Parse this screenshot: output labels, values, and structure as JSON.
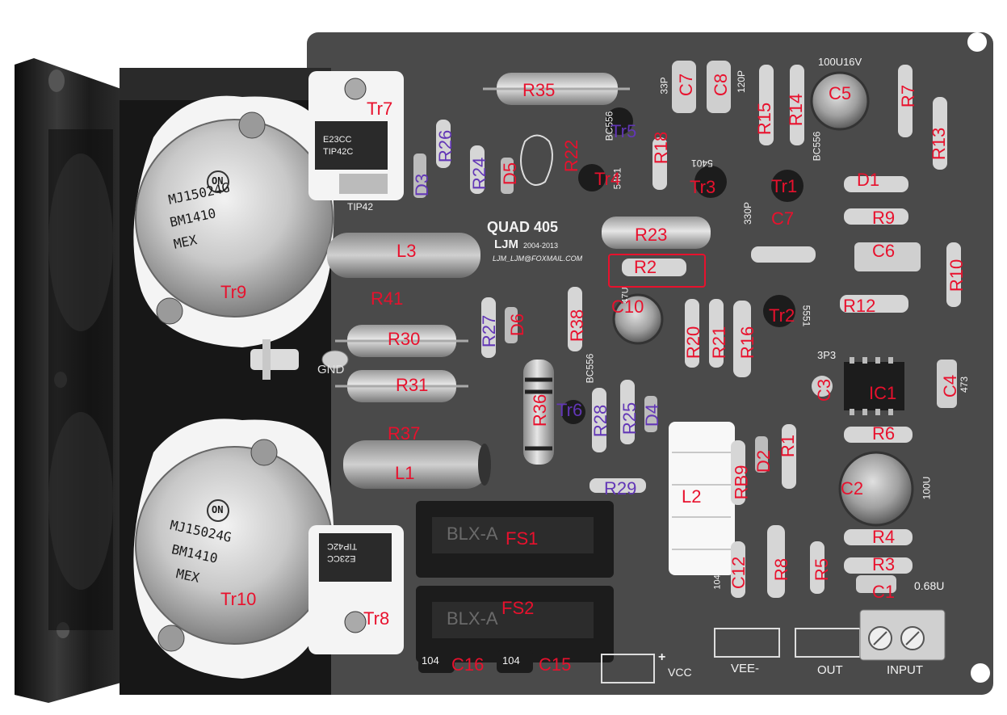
{
  "board": {
    "title": "QUAD 405",
    "author": "LJM",
    "years": "2004-2013",
    "email": "LJM_LJM@FOXMAIL.COM",
    "connectors": {
      "vee": "VEE-",
      "out": "OUT",
      "input": "INPUT",
      "vcc": "VCC",
      "plus": "+",
      "gnd": "GND"
    }
  },
  "silkscreen": {
    "c5_value": "100U16V",
    "c7_value": "33P",
    "c8_value": "120P",
    "c7b_value": "330P",
    "c3_value": "3P3",
    "c4_value": "473",
    "c2_value": "100U",
    "c1_value": "0.68U",
    "c16_value": "104",
    "c15_value": "104",
    "c12_value": "104",
    "tr5_part": "BC556",
    "tr4_part": "5401",
    "tr3_part": "5401",
    "tr1_part": "BC556",
    "tr2_part": "5551",
    "tr6_part": "BC556",
    "tr7_part": "TIP42",
    "c10_value": "47U",
    "transistor_brand": "ON",
    "transistor_part": "MJ15024G",
    "transistor_code": "BM1410",
    "transistor_origin": "MEX",
    "tip_code": "E23CC",
    "tip_part": "TIP42C",
    "fuse_brand": "BLX-A"
  },
  "labels": {
    "r35": "R35",
    "tr7": "Tr7",
    "r26": "R26",
    "d3": "D3",
    "r24": "R24",
    "d5": "D5",
    "r22": "R22",
    "tr5": "Tr5",
    "tr4": "Tr4",
    "r18": "R18",
    "c7": "C7",
    "c8": "C8",
    "r15": "R15",
    "r14": "R14",
    "c5": "C5",
    "r7": "R7",
    "r13": "R13",
    "tr3": "Tr3",
    "tr1": "Tr1",
    "d1": "D1",
    "c7b": "C7",
    "r9": "R9",
    "l3": "L3",
    "r23": "R23",
    "r2": "R2",
    "c6": "C6",
    "r10": "R10",
    "tr9": "Tr9",
    "r41": "R41",
    "c10": "C10",
    "r12": "R12",
    "r30": "R30",
    "r27": "R27",
    "d6": "D6",
    "r38": "R38",
    "r20": "R20",
    "r21": "R21",
    "r16": "R16",
    "tr2": "Tr2",
    "r31": "R31",
    "r36": "R36",
    "tr6": "Tr6",
    "r28": "R28",
    "r25": "R25",
    "d4": "D4",
    "c3": "C3",
    "ic1": "IC1",
    "c4": "C4",
    "r37": "R37",
    "l1": "L1",
    "r6": "R6",
    "r1": "R1",
    "d2": "D2",
    "r29": "R29",
    "l2": "L2",
    "rb9": "RB9",
    "c2": "C2",
    "fs1": "FS1",
    "r4": "R4",
    "r3": "R3",
    "c12": "C12",
    "r8": "R8",
    "r5": "R5",
    "c1": "C1",
    "tr10": "Tr10",
    "tr8": "Tr8",
    "fs2": "FS2",
    "c16": "C16",
    "c15": "C15"
  },
  "colors": {
    "label_red": "#e8112d",
    "label_purple": "#6236b6",
    "board": "#4a4a4a",
    "heatsink": "#202020"
  }
}
